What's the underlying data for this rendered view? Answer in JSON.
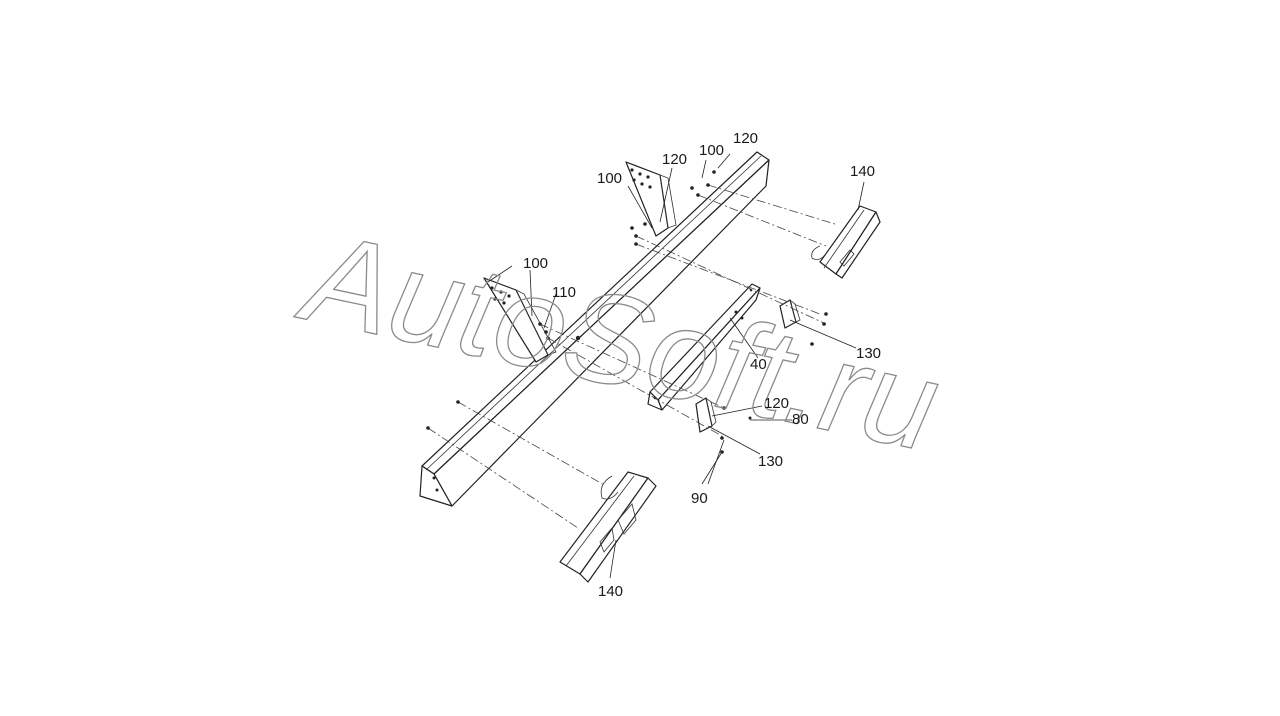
{
  "diagram": {
    "callouts": {
      "c120_top": "120",
      "c100_top": "100",
      "c120_mid": "120",
      "c100_mid": "100",
      "c140_right": "140",
      "c100_left": "100",
      "c110": "110",
      "c130_right": "130",
      "c40": "40",
      "c120_low": "120",
      "c80": "80",
      "c130_low": "130",
      "c90": "90",
      "c140_bottom": "140"
    },
    "watermark": "AutoSoft.ru"
  }
}
